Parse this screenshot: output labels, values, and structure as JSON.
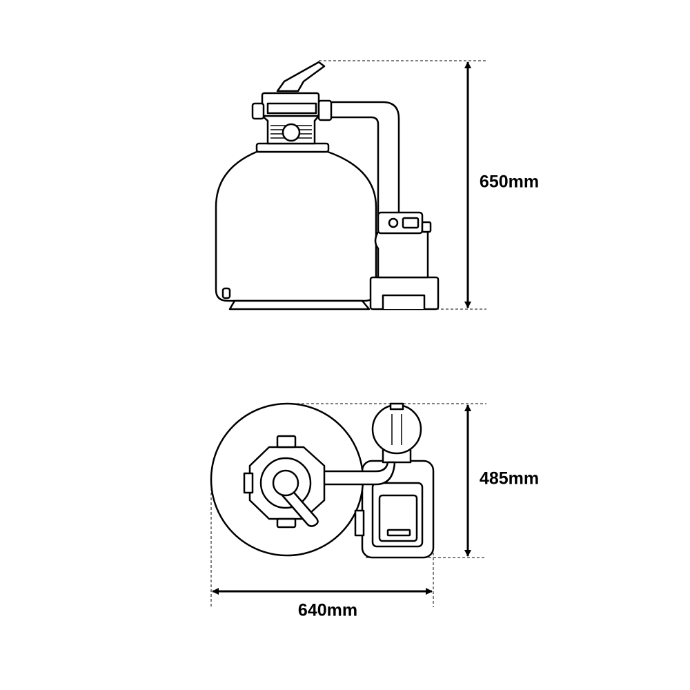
{
  "dimensions": {
    "height": "650mm",
    "depth": "485mm",
    "width": "640mm"
  },
  "colors": {
    "line": "#000000",
    "fill": "#ffffff"
  }
}
